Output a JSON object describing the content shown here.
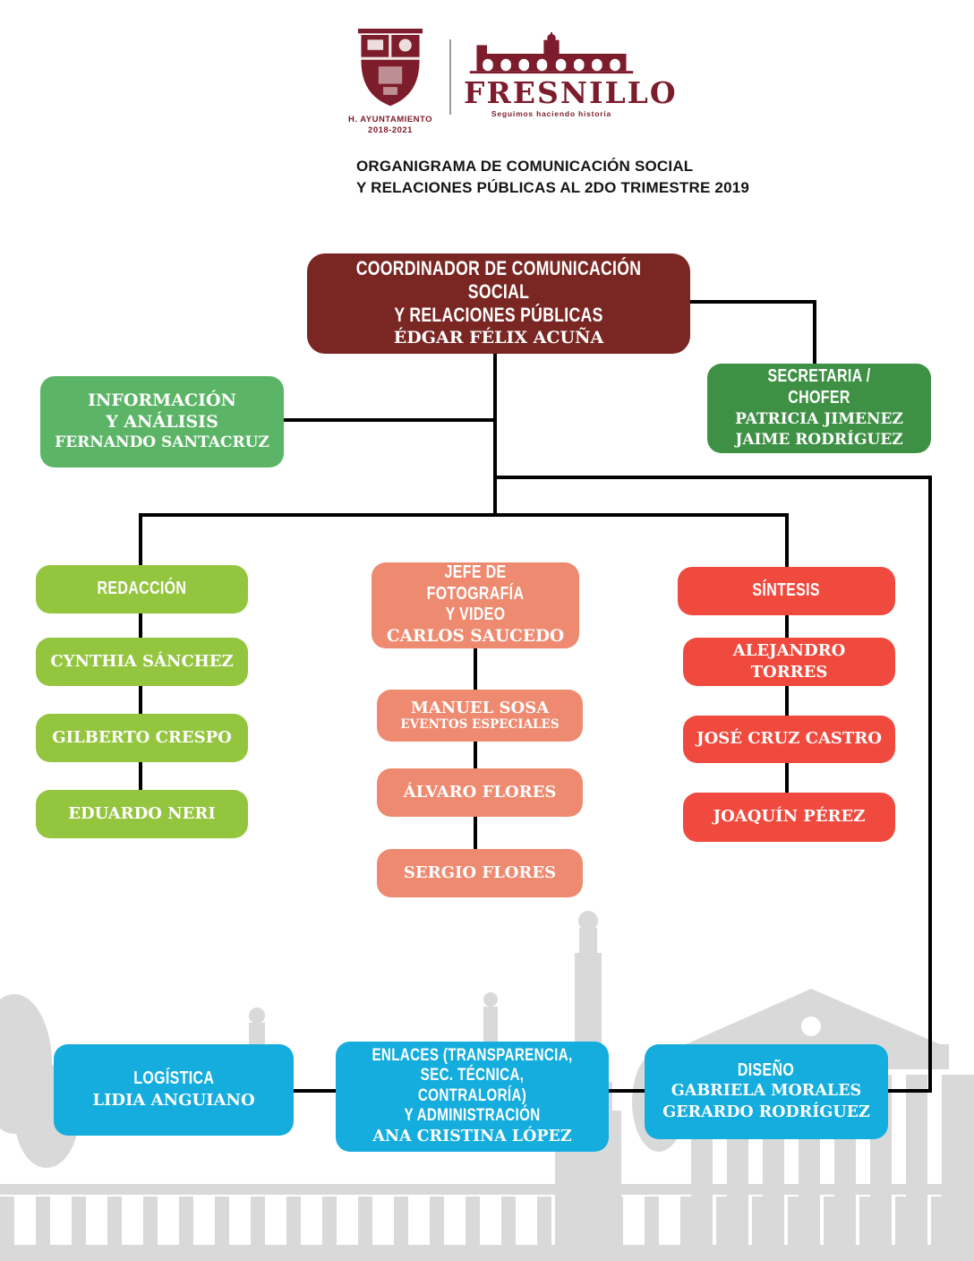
{
  "header": {
    "crest_caption": "H. AYUNTAMIENTO\n2018-2021",
    "brand": "FRESNILLO",
    "tagline": "Seguimos haciendo historia",
    "doc_title": "ORGANIGRAMA DE COMUNICACIÓN SOCIAL\nY RELACIONES PÚBLICAS AL 2DO TRIMESTRE 2019"
  },
  "org": {
    "coordinator": {
      "title": "COORDINADOR DE COMUNICACIÓN SOCIAL\nY RELACIONES PÚBLICAS",
      "name": "ÉDGAR FÉLIX ACUÑA"
    },
    "informacion": {
      "title": "INFORMACIÓN\nY ANÁLISIS",
      "name": "FERNANDO SANTACRUZ"
    },
    "secretaria": {
      "title": "SECRETARIA / CHOFER",
      "names": "PATRICIA JIMENEZ\nJAIME RODRÍGUEZ"
    },
    "redaccion": {
      "title": "REDACCIÓN",
      "members": [
        "CYNTHIA SÁNCHEZ",
        "GILBERTO CRESPO",
        "EDUARDO NERI"
      ]
    },
    "fotografia": {
      "title": "JEFE DE FOTOGRAFÍA\nY VIDEO",
      "name": "CARLOS SAUCEDO",
      "members": [
        {
          "name": "MANUEL SOSA",
          "sub": "EVENTOS ESPECIALES"
        },
        {
          "name": "ÁLVARO FLORES",
          "sub": ""
        },
        {
          "name": "SERGIO FLORES",
          "sub": ""
        }
      ]
    },
    "sintesis": {
      "title": "SÍNTESIS",
      "members": [
        "ALEJANDRO TORRES",
        "JOSÉ CRUZ CASTRO",
        "JOAQUÍN PÉREZ"
      ]
    },
    "logistica": {
      "title": "LOGÍSTICA",
      "name": "LIDIA ANGUIANO"
    },
    "enlaces": {
      "title": "ENLACES (TRANSPARENCIA,\nSEC. TÉCNICA, CONTRALORÍA)\nY ADMINISTRACIÓN",
      "name": "ANA CRISTINA LÓPEZ"
    },
    "diseno": {
      "title": "DISEÑO",
      "names": "GABRIELA MORALES\nGERARDO RODRÍGUEZ"
    }
  },
  "colors": {
    "maroon": "#7a2723",
    "green": "#5cb567",
    "dark_green": "#3e9144",
    "lime": "#94c53f",
    "salmon": "#ee8a70",
    "red": "#f04a3e",
    "cyan": "#14addd",
    "line": "#000000",
    "silhouette": "#d9d9d9",
    "brand_maroon": "#7d1c2b"
  }
}
